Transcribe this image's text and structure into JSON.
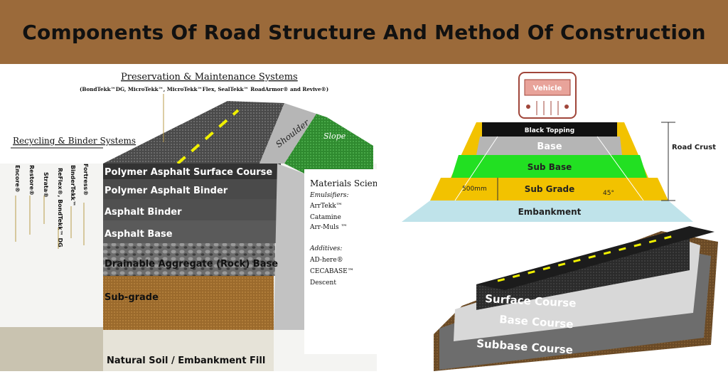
{
  "title": "Components Of Road Structure And Method Of Construction",
  "left_diagram": {
    "preservation_title": "Preservation & Maintenance Systems",
    "preservation_products": "(BondTekk™DG, MicroTekk™, MicroTekk™Flex, SealTekk™ RoadArmor® and Revive®)",
    "recycling_title": "Recycling & Binder Systems",
    "recycling_products": [
      "Encore®",
      "Restore®",
      "Strata®",
      "ReFlex®, BondTekk™ DG",
      "BinderTekk™",
      "Fortress®"
    ],
    "shoulder_label": "Shoulder",
    "slope_label": "Slope",
    "layers": [
      "Polymer Asphalt Surface Course",
      "Polymer Asphalt Binder",
      "Asphalt Binder",
      "Asphalt Base",
      "Drainable Aggregate (Rock) Base",
      "Sub-grade",
      "Natural Soil / Embankment Fill"
    ],
    "materials_title": "Materials Science",
    "emulsifiers_label": "Emulsifiers:",
    "emulsifiers": [
      "ArrTekk™",
      "Catamine",
      "Arr-Muls ™"
    ],
    "additives_label": "Additives:",
    "additives": [
      "AD-here®",
      "CECABASE™",
      "Descent"
    ]
  },
  "crust_diagram": {
    "vehicle_label": "Vehicle",
    "layers": [
      "Black Topping",
      "Base",
      "Sub Base",
      "Sub Grade",
      "Embankment"
    ],
    "dimension_label": "500mm",
    "angle_label": "45°",
    "crust_label": "Road Crust",
    "colors": {
      "topping": "#111111",
      "base": "#b5b5b5",
      "sub_base": "#22e022",
      "sub_grade": "#f2c200",
      "embankment": "#bfe3ea",
      "shoulder": "#f2c200"
    }
  },
  "layers_3d": {
    "labels": [
      "Surface Course",
      "Base Course",
      "Subbase Course"
    ]
  }
}
